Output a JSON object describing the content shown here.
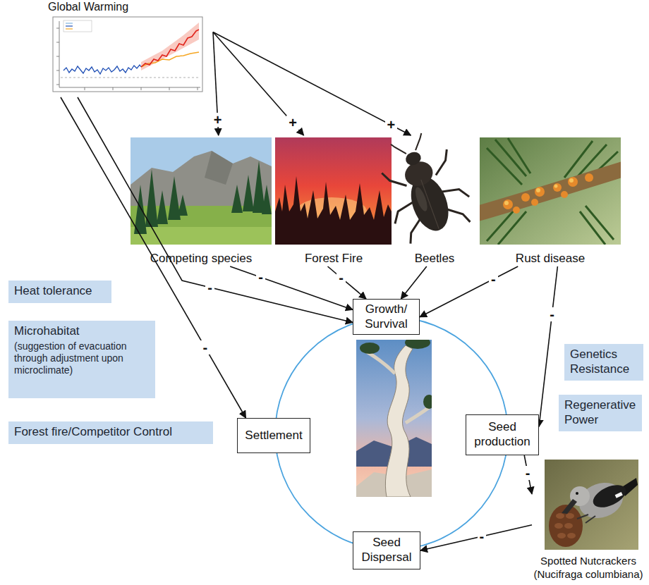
{
  "diagram": {
    "nodes": [
      {
        "text": [
          "Global Warming"
        ]
      },
      {
        "text": [
          "Competing species"
        ]
      },
      {
        "text": [
          "Forest Fire"
        ]
      },
      {
        "text": [
          "Beetles"
        ]
      },
      {
        "text": [
          "Rust disease"
        ]
      },
      {
        "text": [
          "Heat tolerance"
        ]
      },
      {
        "text": [
          "Growth/ Survival"
        ]
      },
      {
        "text": [
          "Microhabitat",
          "(suggestion of evacuation through adjustment upon microclimate)"
        ]
      },
      {
        "text": [
          "Genetics Resistance"
        ]
      },
      {
        "text": [
          "Regenerative Power"
        ]
      },
      {
        "text": [
          "Forest fire/Competitor Control"
        ]
      },
      {
        "text": [
          "Settlement"
        ]
      },
      {
        "text": [
          "Seed production"
        ]
      },
      {
        "text": [
          "Spotted Nutcrackers (Nucifraga columbiana)"
        ]
      },
      {
        "text": [
          "Seed Dispersal"
        ]
      }
    ],
    "edges": [
      {
        "from": 0,
        "to": 1,
        "arrow": "to",
        "label": "+"
      },
      {
        "from": 0,
        "to": 2,
        "arrow": "to",
        "label": "+"
      },
      {
        "from": 0,
        "to": 3,
        "arrow": "to",
        "label": "+"
      },
      {
        "from": 1,
        "to": 6,
        "arrow": "to",
        "label": "-"
      },
      {
        "from": 2,
        "to": 6,
        "arrow": "to",
        "label": "-"
      },
      {
        "from": 3,
        "to": 6,
        "arrow": "to"
      },
      {
        "from": 4,
        "to": 6,
        "arrow": "to",
        "label": "-"
      },
      {
        "from": 0,
        "to": 6,
        "arrow": "to",
        "label": "-"
      },
      {
        "from": 0,
        "to": 11,
        "arrow": "to",
        "label": "-"
      },
      {
        "from": 4,
        "to": 12,
        "arrow": "to",
        "label": "-"
      },
      {
        "from": 12,
        "to": 13,
        "arrow": "to",
        "label": "-"
      },
      {
        "from": 13,
        "to": 14,
        "arrow": "to",
        "label": "-"
      }
    ]
  }
}
